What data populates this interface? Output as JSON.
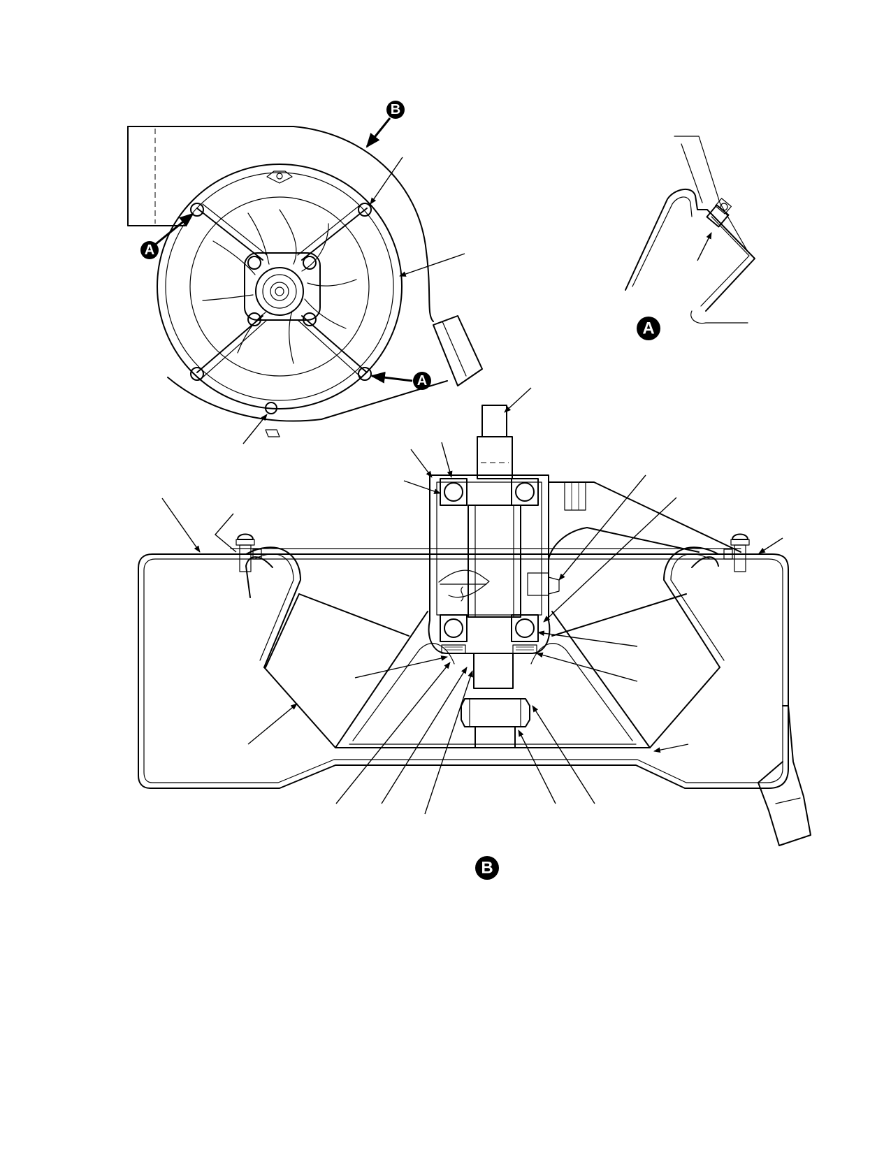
{
  "figure": {
    "fan_housing_view": {
      "callout_b": "B",
      "callout_a_upper": "A",
      "callout_a_lower": "A"
    },
    "detail_view_a": {
      "label": "A"
    },
    "section_view_b": {
      "label": "B"
    }
  }
}
